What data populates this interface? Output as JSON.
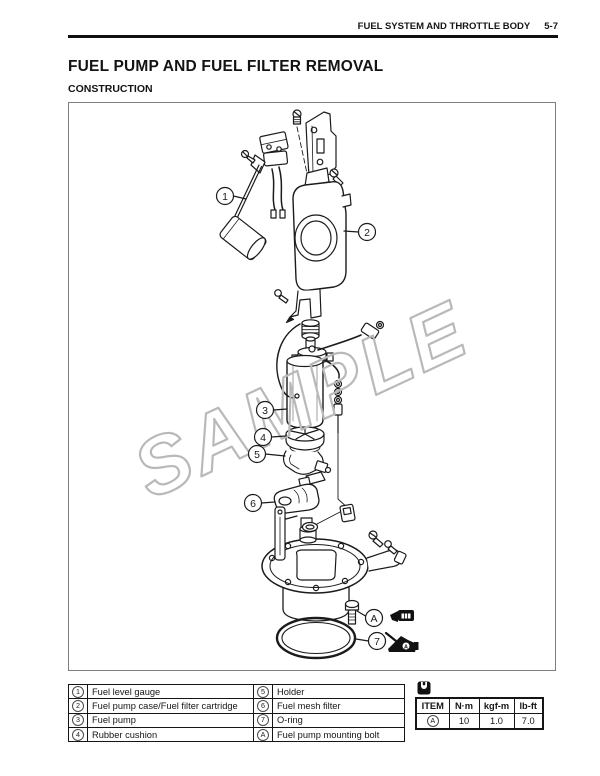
{
  "header": {
    "section_title": "FUEL SYSTEM AND THROTTLE BODY",
    "page_number": "5-7"
  },
  "title": "FUEL PUMP AND FUEL FILTER REMOVAL",
  "subtitle": "CONSTRUCTION",
  "figure": {
    "watermark": "SAMPLE",
    "callouts": [
      {
        "label": "1"
      },
      {
        "label": "2"
      },
      {
        "label": "3"
      },
      {
        "label": "4"
      },
      {
        "label": "5"
      },
      {
        "label": "6"
      },
      {
        "label": "A"
      },
      {
        "label": "7"
      }
    ],
    "oil_icon_letter": "A"
  },
  "parts_table": {
    "rows": [
      {
        "n1": "1",
        "l1": "Fuel level gauge",
        "n2": "5",
        "l2": "Holder"
      },
      {
        "n1": "2",
        "l1": "Fuel pump case/Fuel filter cartridge",
        "n2": "6",
        "l2": "Fuel mesh filter"
      },
      {
        "n1": "3",
        "l1": "Fuel pump",
        "n2": "7",
        "l2": "O-ring"
      },
      {
        "n1": "4",
        "l1": "Rubber cushion",
        "n2": "A",
        "l2": "Fuel pump mounting bolt"
      }
    ]
  },
  "torque_table": {
    "headers": {
      "item": "ITEM",
      "nm": "N·m",
      "kgfm": "kgf-m",
      "lbft": "lb-ft"
    },
    "row": {
      "item": "A",
      "nm": "10",
      "kgfm": "1.0",
      "lbft": "7.0"
    }
  },
  "colors": {
    "ink": "#1b1b1b",
    "watermark": "#b9b9b9",
    "frame": "#7e7e7e"
  }
}
